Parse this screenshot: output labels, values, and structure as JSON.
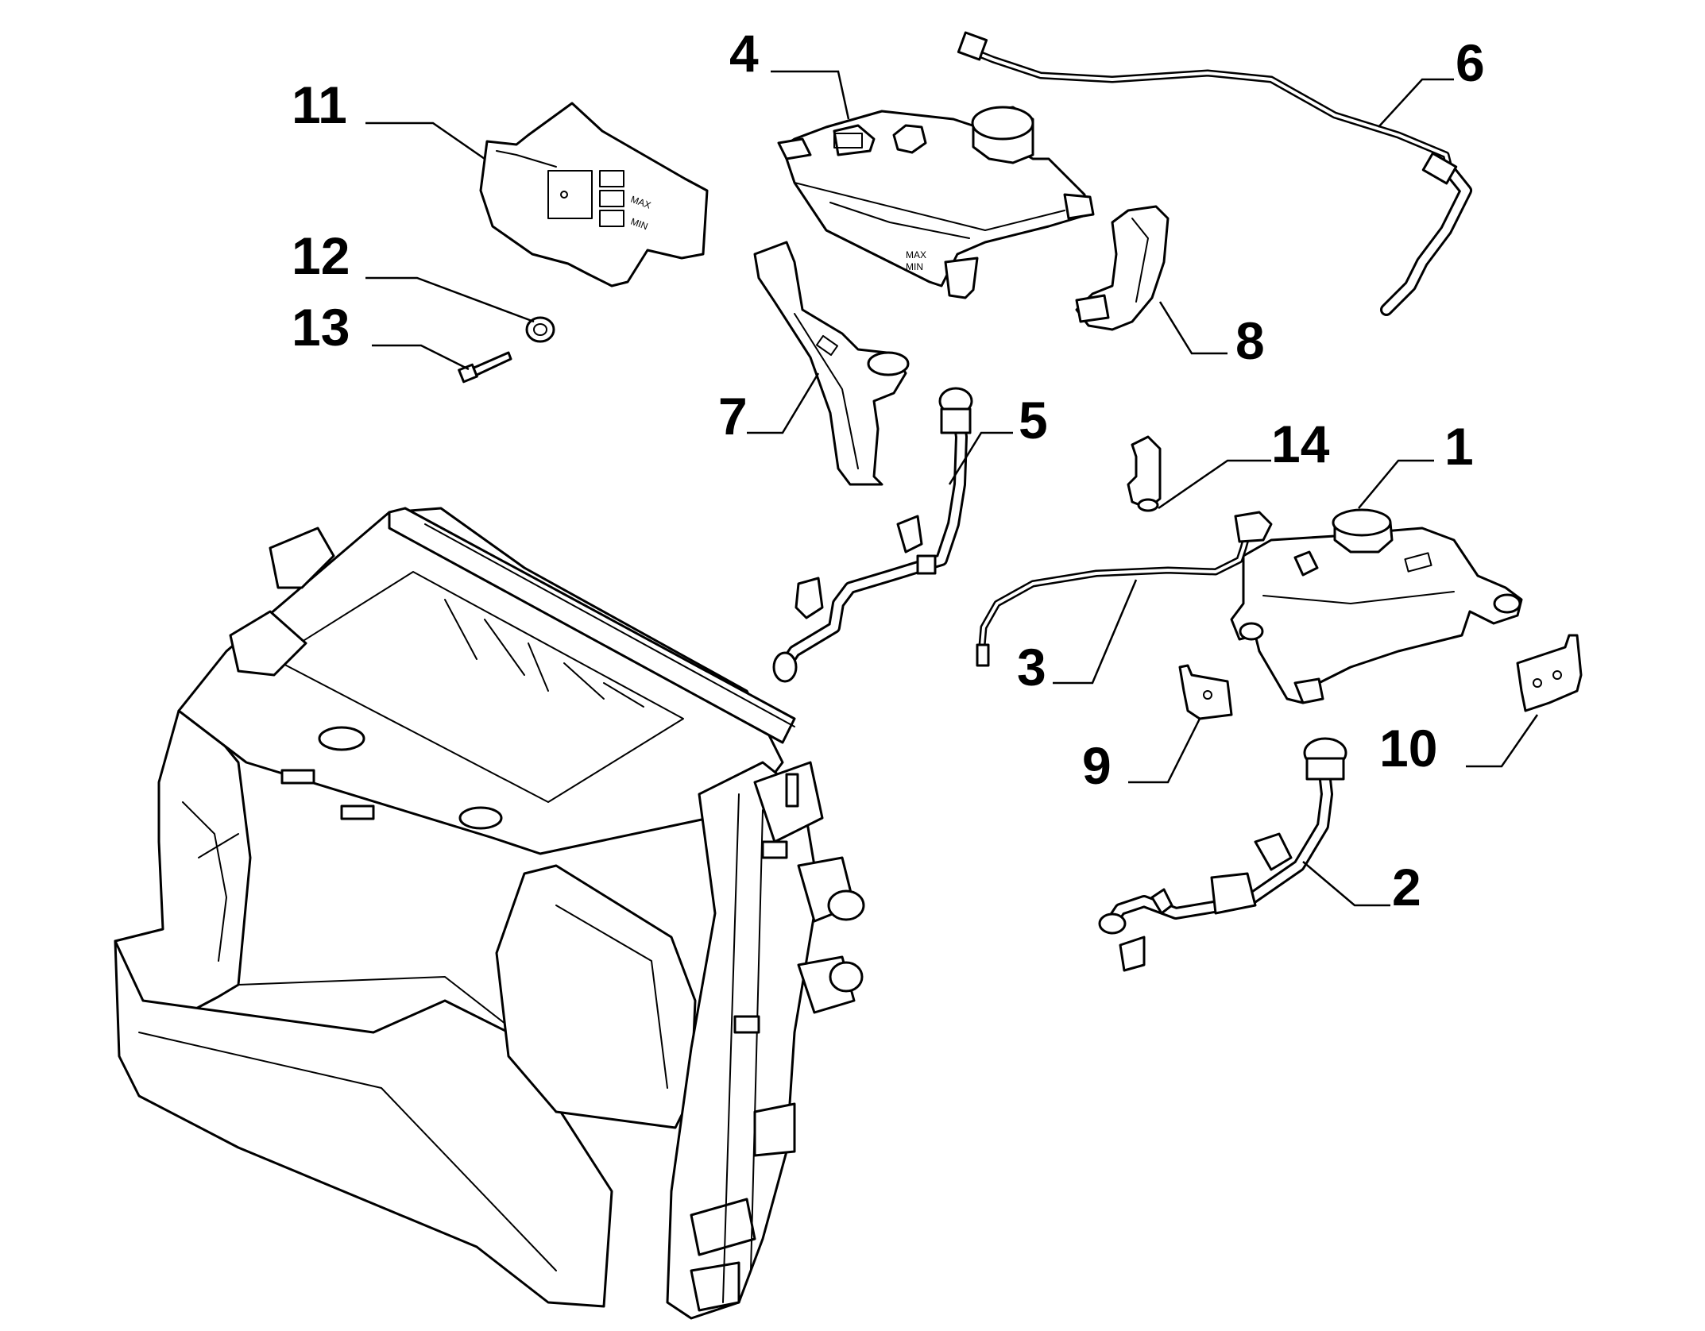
{
  "callouts": {
    "c1": "1",
    "c2": "2",
    "c3": "3",
    "c4": "4",
    "c5": "5",
    "c6": "6",
    "c7": "7",
    "c8": "8",
    "c9": "9",
    "c10": "10",
    "c11": "11",
    "c12": "12",
    "c13": "13",
    "c14": "14"
  },
  "tank_markings": {
    "max": "MAX",
    "min": "MIN"
  }
}
